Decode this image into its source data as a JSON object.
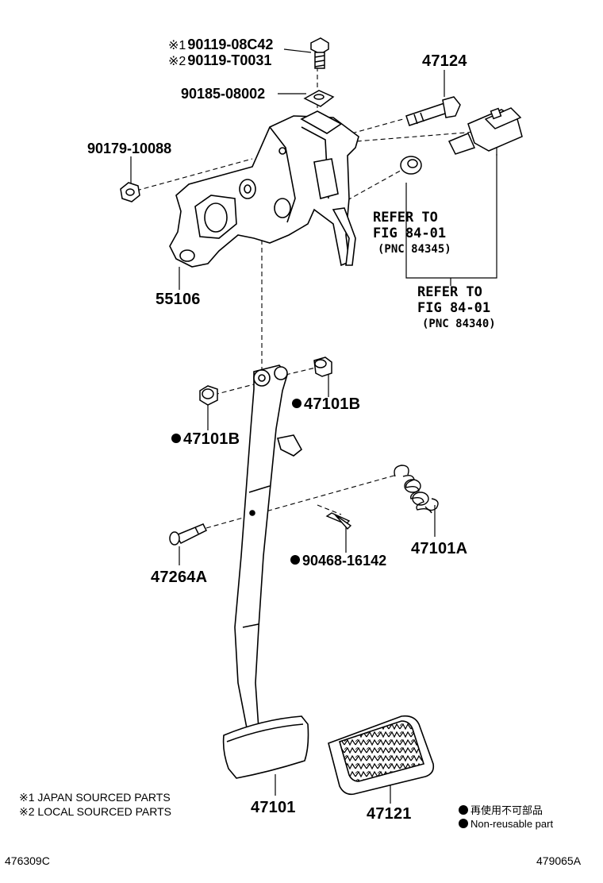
{
  "labels": {
    "bolt_japan_mark": "※1",
    "bolt_japan": "90119-08C42",
    "bolt_local_mark": "※2",
    "bolt_local": "90119-T0031",
    "washer_nut": "90185-08002",
    "nut": "90179-10088",
    "pin": "47124",
    "bracket": "55106",
    "bushing_right": "47101B",
    "bushing_left": "47101B",
    "spring": "47101A",
    "clip": "90468-16142",
    "clevis_pin": "47264A",
    "pedal": "47101",
    "pedal_pad": "47121"
  },
  "references": {
    "ref1_line1": "REFER TO",
    "ref1_line2": "FIG 84-01",
    "ref1_line3": "(PNC 84345)",
    "ref2_line1": "REFER TO",
    "ref2_line2": "FIG 84-01",
    "ref2_line3": "(PNC 84340)"
  },
  "notes": {
    "note1": "※1 JAPAN SOURCED PARTS",
    "note2": "※2 LOCAL SOURCED PARTS"
  },
  "legend": {
    "jp": "再使用不可部品",
    "en": "Non-reusable part"
  },
  "codes": {
    "left": "476309C",
    "right": "479065A"
  }
}
